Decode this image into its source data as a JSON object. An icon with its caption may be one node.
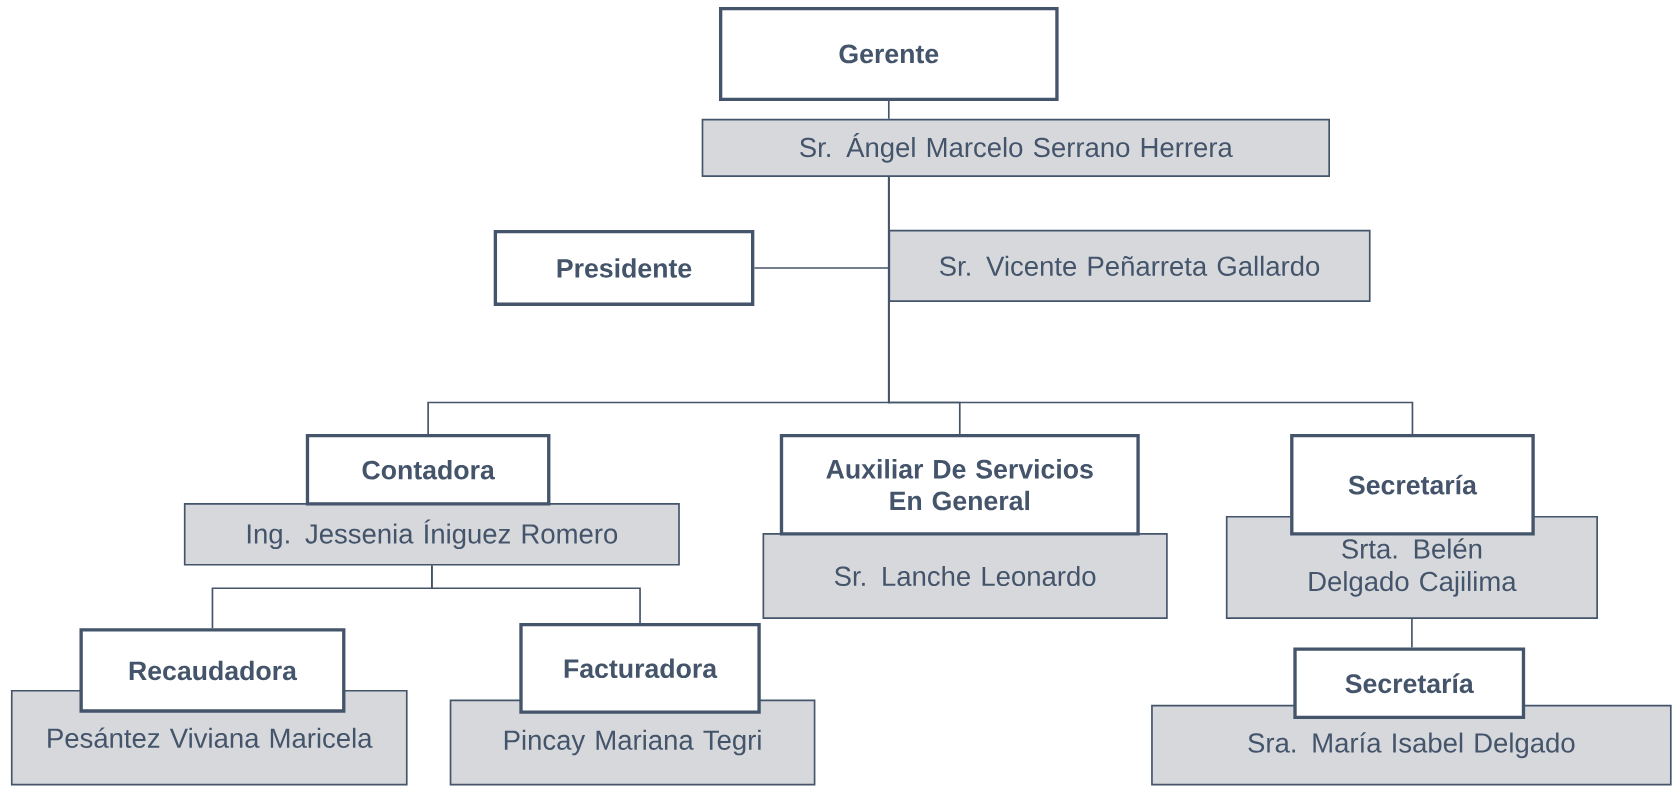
{
  "diagram": {
    "nodes": [
      {
        "text": [
          "Gerente"
        ]
      },
      {
        "text": [
          "Sr. Ángel Marcelo Serrano Herrera"
        ]
      },
      {
        "text": [
          "Presidente"
        ]
      },
      {
        "text": [
          "Sr. Vicente Peñarreta Gallardo"
        ]
      },
      {
        "text": [
          "Contadora"
        ]
      },
      {
        "text": [
          "Ing. Jessenia  Íniguez  Romero"
        ]
      },
      {
        "text": [
          "Auxiliar De Servicios En General"
        ]
      },
      {
        "text": [
          "Sr. Lanche Leonardo"
        ]
      },
      {
        "text": [
          "Secretaría"
        ]
      },
      {
        "text": [
          "Srta. Belén Delgado Cajilima"
        ]
      },
      {
        "text": [
          "Recaudadora"
        ]
      },
      {
        "text": [
          "Pesántez Viviana Maricela"
        ]
      },
      {
        "text": [
          "Facturadora"
        ]
      },
      {
        "text": [
          "Pincay Mariana Tegri"
        ]
      },
      {
        "text": [
          "Secretaría"
        ]
      },
      {
        "text": [
          "Sra. María Isabel Delgado"
        ]
      }
    ],
    "edges": [
      {
        "from": 0,
        "to": 1,
        "arrow": "none"
      },
      {
        "from": 2,
        "to": 3,
        "arrow": "none"
      },
      {
        "from": 1,
        "to": 4,
        "arrow": "none"
      },
      {
        "from": 1,
        "to": 6,
        "arrow": "none"
      },
      {
        "from": 1,
        "to": 8,
        "arrow": "none"
      },
      {
        "from": 5,
        "to": 10,
        "arrow": "none"
      },
      {
        "from": 5,
        "to": 12,
        "arrow": "none"
      },
      {
        "from": 9,
        "to": 14,
        "arrow": "none"
      }
    ]
  }
}
